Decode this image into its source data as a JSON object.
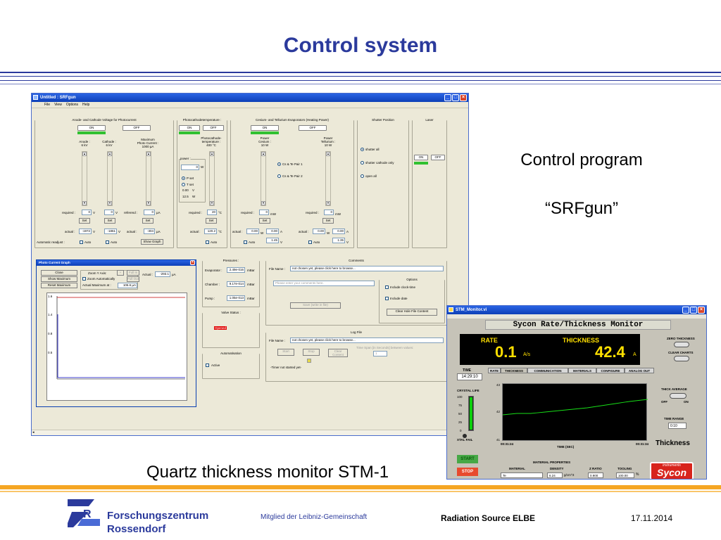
{
  "slide": {
    "title": "Control system",
    "caption_program": "Control program",
    "caption_program_name": "“SRFgun”",
    "caption_monitor": "Quartz thickness monitor STM-1",
    "colors": {
      "accent": "#2b3a9c",
      "footer_orange": "#f5a623"
    }
  },
  "footer": {
    "logo_line1": "Forschungszentrum",
    "logo_line2": "Rossendorf",
    "leibniz": "Mitglied der Leibniz-Gemeinschaft",
    "project": "Radiation Source ELBE",
    "date": "17.11.2014"
  },
  "app": {
    "title": "Untitled : SRFgun",
    "menu": [
      "File",
      "View",
      "Options",
      "Help"
    ],
    "anode_group": {
      "title": "Anode- and Cathode Voltage for Photocurrent",
      "on": "ON",
      "off": "OFF",
      "anode_label": "Anode :",
      "anode_range": "6 kV",
      "cathode_label": "Cathode :",
      "cathode_range": "6 kV",
      "max_label": "Maximum",
      "max_label2": "Photo Current :",
      "max_range": "1000 µA",
      "required": "required :",
      "req_anode": "0",
      "unit_v": "V",
      "req_cathode": "0",
      "referenced": "referend :",
      "req_ref": "0",
      "unit_ua": "µA",
      "set": "Set",
      "actual": "actual :",
      "act_anode": "-1972",
      "act_cathode": "-1861",
      "actual2": "actual :",
      "act_ref": "-304",
      "auto_readjust": "Automatic readjust :",
      "auto": "Auto",
      "show_graph": "Show Graph"
    },
    "photocathode_group": {
      "title": "Photocathodetemperature :",
      "on": "ON",
      "off": "OFF",
      "label1": "Photocathode-",
      "label2": "temperature :",
      "range": "400 °C",
      "power": "power :",
      "power_val": "0",
      "unit_w": "W",
      "p_set": "P set",
      "t_set": "T set",
      "v_val": "0.00",
      "unit_v": "V",
      "w_val": "12.5",
      "unit_w2": "W",
      "required": "required :",
      "req_val": "20",
      "unit_c": "°C",
      "set": "Set",
      "actual": "actual :",
      "act_val": "120.2",
      "auto": "Auto"
    },
    "evaporator_group": {
      "title": "Cesium- and Tellurium Evaporators (Heating Power)",
      "on": "ON",
      "off": "OFF",
      "cs_label1": "Power",
      "cs_label2": "Cesium :",
      "cs_range": "10 W",
      "te_label1": "Power",
      "te_label2": "Tellurium :",
      "te_range": "10 W",
      "pair1": "Cs & Te Pair 1",
      "pair2": "Cs & Te Pair 2",
      "required": "required :",
      "req_cs": "0",
      "unit_mw": "mW",
      "req_te": "0",
      "set": "Set",
      "actual": "actual :",
      "act_cs_w": "0.00",
      "unit_w": "W",
      "act_cs_a": "0.00",
      "unit_a": "A",
      "act_te_w": "0.00",
      "act_te_a": "0.00",
      "cs_v": "1.45",
      "unit_v": "V",
      "te_v": "1.35",
      "auto": "Auto"
    },
    "shutter_group": {
      "title": "Shutter Position",
      "opt1": "shutter all",
      "opt2": "shutter cathode only",
      "opt3": "open all"
    },
    "laser_group": {
      "title": "Laser",
      "on": "ON",
      "off": "OFF"
    },
    "graph_window": {
      "title": "Photo Current Graph",
      "close": "Close",
      "show_max": "Show Maximum",
      "reset_max": "Reset Maximum",
      "zoom_y": "Zoom Y Axis:",
      "zoom_auto": "Zoom Automatically",
      "actual_max": "Actual Maximum at :",
      "actual_max_val": "106.6 µA",
      "full": "Full In",
      "full2": "Full Out",
      "actual": "Actual :",
      "actual_val": "-293.1",
      "unit": "µA",
      "ticks": [
        "1.6",
        "1.4",
        "0.8",
        "0.5"
      ]
    },
    "pressures_group": {
      "title": "Pressures :",
      "evaporator": "Evaporator :",
      "evap_val": "2.49e-016",
      "unit": "mBar",
      "chamber": "Chamber :",
      "chamber_val": "9.17e-014",
      "pump": "Pump :",
      "pump_val": "1.05e-013"
    },
    "valve_group": {
      "title": "Valve Status :",
      "status": "Opened"
    },
    "automation_group": {
      "title": "Automatisation",
      "active": "Active"
    },
    "comments_group": {
      "title": "Comments",
      "file_name": "File Name :",
      "file_val": "not chosen yet, please click here to browse...",
      "placeholder": "Please enter your comments here.",
      "save": "Save (write in file)",
      "options": "Options",
      "opt_clock": "Include clock-time",
      "opt_date": "Include date",
      "clear_hole": "Clear Hole File Content"
    },
    "logfile_group": {
      "title": "Log File",
      "file_name": "File Name :",
      "file_val": "not chosen yet, please click here to browse...",
      "start": "Start",
      "stop": "Stop",
      "clear": "Clear Content",
      "time_span": "Time Span [in Seconds] between values:",
      "time_val": "1",
      "timer": "-Timer not started yet-"
    }
  },
  "stm": {
    "title": "STM_Monitor.vi",
    "heading": "Sycon Rate/Thickness Monitor",
    "rate_label": "RATE",
    "rate_val": "0.1",
    "rate_unit": "A/s",
    "thick_label": "THICKNESS",
    "thick_val": "42.4",
    "thick_unit": "A",
    "zero_thickness": "ZERO THICKNESS",
    "clear_charts": "CLEAR CHARTS",
    "time_label": "TIME",
    "time_val": "14:29:10",
    "tabs": [
      "RATE",
      "THICKNESS",
      "COMMUNICATION",
      "MATERIALS",
      "CONFIGURE",
      "ANALOG OUT"
    ],
    "crystal_life": "CRYSTAL LIFE",
    "crystal_ticks": [
      "100",
      "75",
      "50",
      "25",
      "0"
    ],
    "xtal_fail": "XTAL FAIL",
    "y_top": "43",
    "y_mid": "42",
    "y_bot": "41",
    "x_left": "00:31:24",
    "x_right": "00:31:34",
    "x_label": "TIME (SEC)",
    "thick_avg": "THICK AVERAGE",
    "off": "OFF",
    "on": "ON",
    "time_range": "TIME RANGE",
    "time_range_val": "0:10",
    "plot_name": "Thickness",
    "start": "START",
    "stop": "STOP",
    "mat_props": "MATERIAL PROPERTIES",
    "material": "MATERIAL",
    "density": "DENSITY",
    "zratio": "Z RATIO",
    "tooling": "TOOLING",
    "mat_val": "Te",
    "density_val": "6.24",
    "density_unit": "g/cm^3",
    "zratio_val": "0.900",
    "tooling_val": "100.00",
    "tooling_unit": "%",
    "brand1": "instruments",
    "brand2": "Sycon"
  }
}
